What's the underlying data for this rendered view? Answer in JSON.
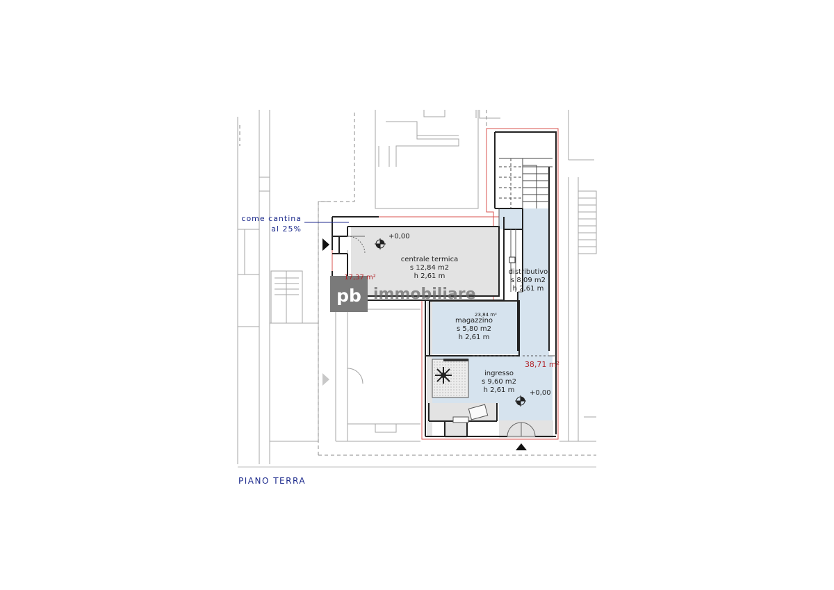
{
  "note": {
    "line1": "come cantina",
    "line2": "al 25%"
  },
  "floor_label": "PIANO TERRA",
  "areas": {
    "left_block": "17,37 m²",
    "right_block": "38,71 m²",
    "small": "23,84 m²"
  },
  "rooms": {
    "centrale": {
      "name": "centrale termica",
      "surface": "s 12,84 m2",
      "height": "h 2,61 m",
      "level": "+0,00"
    },
    "distributivo": {
      "name": "distributivo",
      "surface": "s 8,09 m2",
      "height": "h 2,61 m"
    },
    "magazzino": {
      "name": "magazzino",
      "surface": "s 5,80 m2",
      "height": "h 2,61 m"
    },
    "ingresso": {
      "name": "ingresso",
      "surface": "s 9,60 m2",
      "height": "h 2,61 m",
      "level": "+0,00"
    }
  },
  "watermark": {
    "logo": "pb",
    "text": "immobiliare"
  },
  "colors": {
    "room_fill_blue": "#d6e3ee",
    "room_fill_grey": "#e3e3e3",
    "outline_red": "#d9534f",
    "text_blue": "#1c2a8c",
    "area_red": "#b0242a",
    "wall": "#222222",
    "context_line": "#9a9a9a"
  }
}
